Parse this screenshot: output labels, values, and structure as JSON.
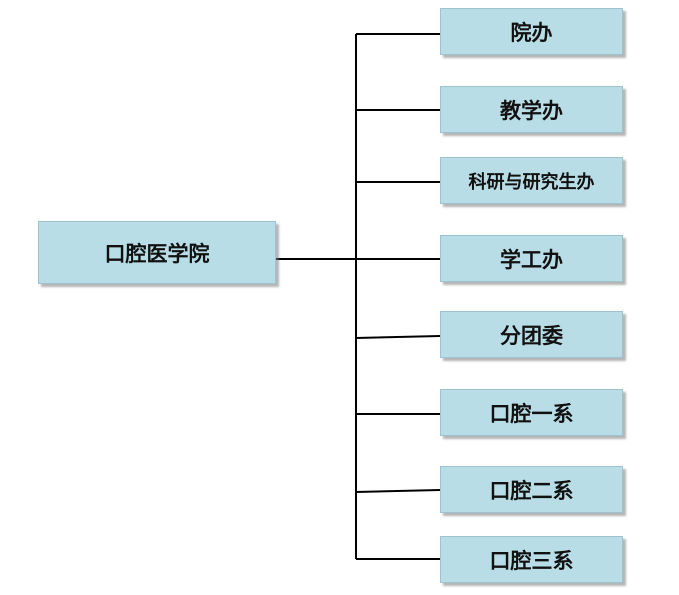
{
  "root": {
    "label": "口腔医学院"
  },
  "children": [
    {
      "label": "院办"
    },
    {
      "label": "教学办"
    },
    {
      "label": "科研与研究生办"
    },
    {
      "label": "学工办"
    },
    {
      "label": "分团委"
    },
    {
      "label": "口腔一系"
    },
    {
      "label": "口腔二系"
    },
    {
      "label": "口腔三系"
    }
  ],
  "colors": {
    "box_fill": "#b9dde6",
    "box_border": "#9cc3cf",
    "line": "#000000"
  }
}
